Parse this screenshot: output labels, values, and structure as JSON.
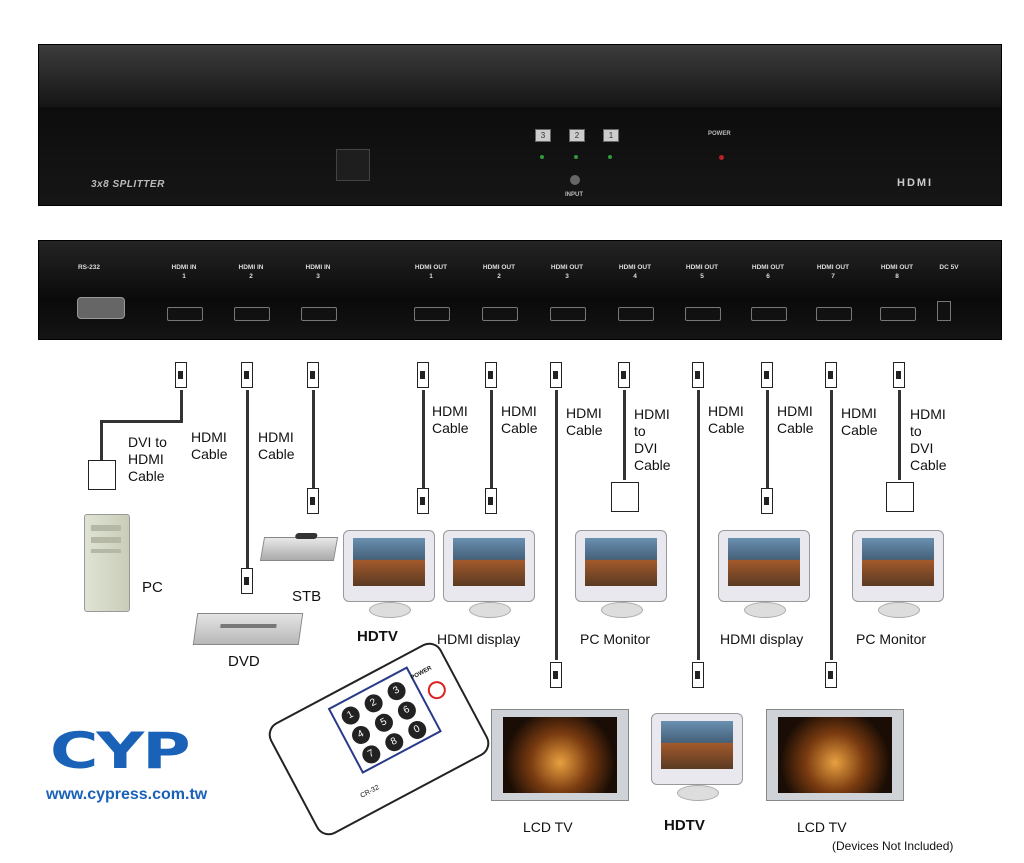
{
  "front_panel": {
    "model": "3x8 SPLITTER",
    "brand": "HDMI",
    "power_label": "POWER",
    "input_label": "INPUT",
    "buttons": [
      "3",
      "2",
      "1"
    ]
  },
  "rear_panel": {
    "rs232": "RS-232",
    "hdmi_in": [
      {
        "label": "HDMI IN",
        "num": "1"
      },
      {
        "label": "HDMI IN",
        "num": "2"
      },
      {
        "label": "HDMI IN",
        "num": "3"
      }
    ],
    "hdmi_out": [
      {
        "label": "HDMI OUT",
        "num": "1"
      },
      {
        "label": "HDMI OUT",
        "num": "2"
      },
      {
        "label": "HDMI OUT",
        "num": "3"
      },
      {
        "label": "HDMI OUT",
        "num": "4"
      },
      {
        "label": "HDMI OUT",
        "num": "5"
      },
      {
        "label": "HDMI OUT",
        "num": "6"
      },
      {
        "label": "HDMI OUT",
        "num": "7"
      },
      {
        "label": "HDMI OUT",
        "num": "8"
      }
    ],
    "dc": "DC 5V"
  },
  "cables": {
    "dvi_to_hdmi": [
      "DVI to",
      "HDMI",
      "Cable"
    ],
    "hdmi": [
      "HDMI",
      "Cable"
    ],
    "hdmi_to_dvi": [
      "HDMI",
      "to",
      "DVI",
      "Cable"
    ]
  },
  "devices": {
    "pc": "PC",
    "dvd": "DVD",
    "stb": "STB",
    "hdtv": "HDTV",
    "hdmi_display": "HDMI display",
    "pc_monitor": "PC Monitor",
    "lcd_tv": "LCD TV"
  },
  "remote": {
    "keys": [
      "1",
      "2",
      "3",
      "4",
      "5",
      "6",
      "7",
      "8",
      "0"
    ],
    "power": "POWER",
    "model": "CR-32"
  },
  "logo": {
    "text": "CYP",
    "url": "www.cypress.com.tw"
  },
  "note": "(Devices Not Included)"
}
